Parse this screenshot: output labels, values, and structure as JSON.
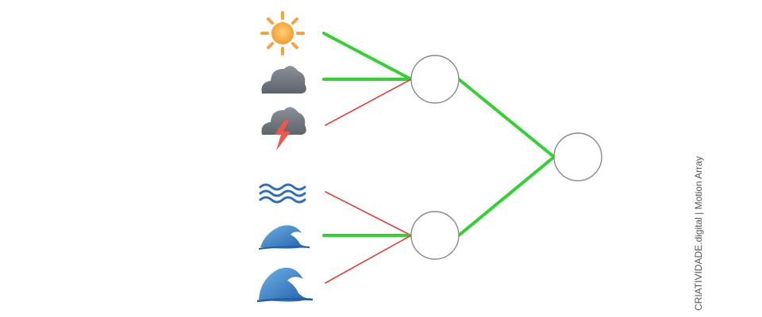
{
  "credit": "CRIATIVIDADE.digital | Motion Array",
  "colors": {
    "active_edge": "#33d133",
    "inactive_edge": "#e0413c",
    "node_stroke": "#8a8a8a",
    "node_fill": "#ffffff",
    "sun": "#fba94a",
    "cloud": "#6f7780",
    "lightning": "#f0554e",
    "water": "#2f6fb6",
    "water_light": "#6fb3e6"
  },
  "inputs": [
    {
      "icon": "sun-icon",
      "state": "active"
    },
    {
      "icon": "cloud-icon",
      "state": "active"
    },
    {
      "icon": "storm-cloud-icon",
      "state": "inactive"
    },
    {
      "icon": "calm-water-icon",
      "state": "inactive"
    },
    {
      "icon": "wave-icon",
      "state": "active"
    },
    {
      "icon": "big-wave-icon",
      "state": "inactive"
    }
  ],
  "hidden_nodes": [
    {
      "name": "hidden-node-top",
      "inputs": [
        0,
        1,
        2
      ]
    },
    {
      "name": "hidden-node-bottom",
      "inputs": [
        3,
        4,
        5
      ]
    }
  ],
  "output_node": {
    "name": "output-node",
    "from_hidden": [
      0,
      1
    ],
    "state": "active"
  }
}
